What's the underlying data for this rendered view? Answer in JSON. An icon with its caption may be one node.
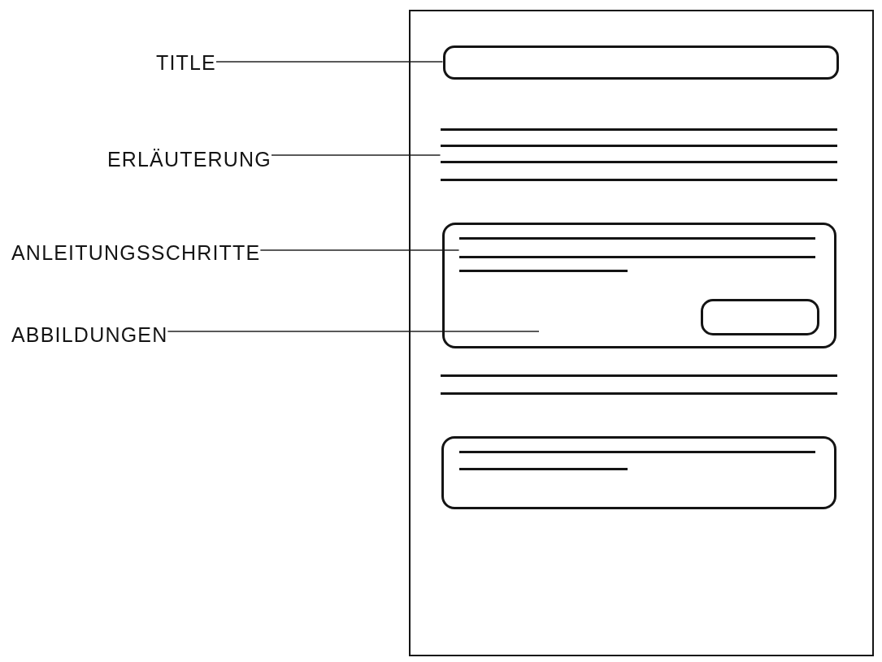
{
  "diagram": {
    "nodes": [
      {
        "text": [
          "TITLE"
        ]
      },
      {
        "text": [
          "ERLÄUTERUNG"
        ]
      },
      {
        "text": [
          "ANLEITUNGSSCHRITTE"
        ]
      },
      {
        "text": [
          "ABBILDUNGEN"
        ]
      },
      {
        "text": [],
        "shape": "box"
      },
      {
        "text": [],
        "shape": "box",
        "in": 4
      },
      {
        "text": [],
        "shape": "lines",
        "in": 4
      },
      {
        "text": [],
        "shape": "box",
        "in": 4
      },
      {
        "text": [],
        "shape": "lines",
        "in": 7
      },
      {
        "text": [],
        "shape": "box",
        "in": 7
      },
      {
        "text": [],
        "shape": "lines",
        "in": 4
      },
      {
        "text": [],
        "shape": "box",
        "in": 4
      },
      {
        "text": [],
        "shape": "lines",
        "in": 11
      }
    ],
    "edges": [
      {
        "from": 0,
        "to": 5,
        "arrow": "none"
      },
      {
        "from": 1,
        "to": 6,
        "arrow": "none"
      },
      {
        "from": 2,
        "to": 8,
        "arrow": "none"
      },
      {
        "from": 3,
        "to": null,
        "arrow": "none"
      }
    ]
  }
}
